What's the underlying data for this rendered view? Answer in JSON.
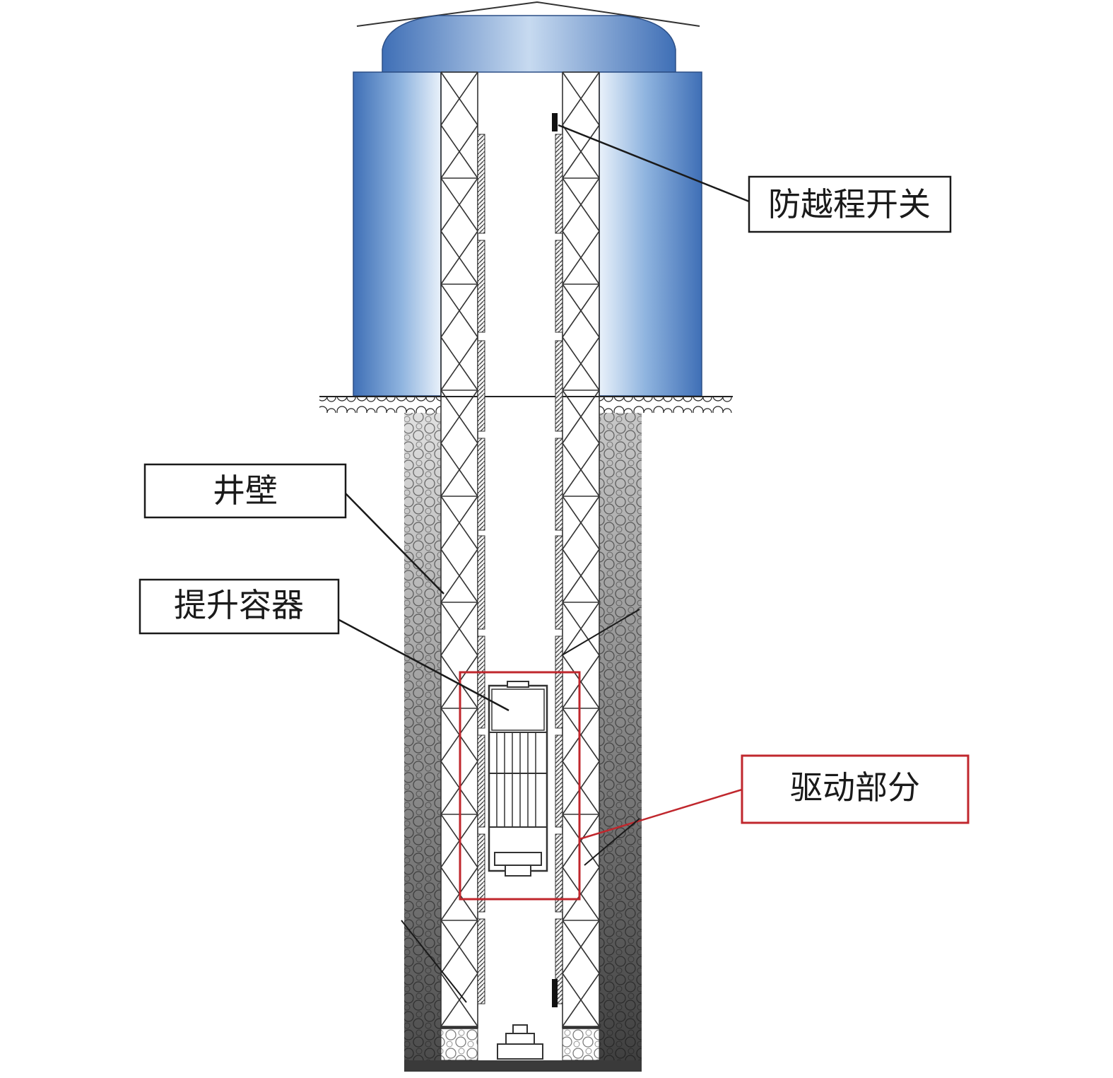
{
  "labels": {
    "overtravel_switch": "防越程开关",
    "shaft_wall": "井壁",
    "hoisting_container": "提升容器",
    "drive_section": "驱动部分"
  },
  "colors": {
    "building_blue_dark": "#3f6fb6",
    "building_blue_light": "#e9f1fa",
    "highlight_red": "#c0272d",
    "rock_dark": "#5a5a5a",
    "rock_light": "#d8d8d8"
  }
}
